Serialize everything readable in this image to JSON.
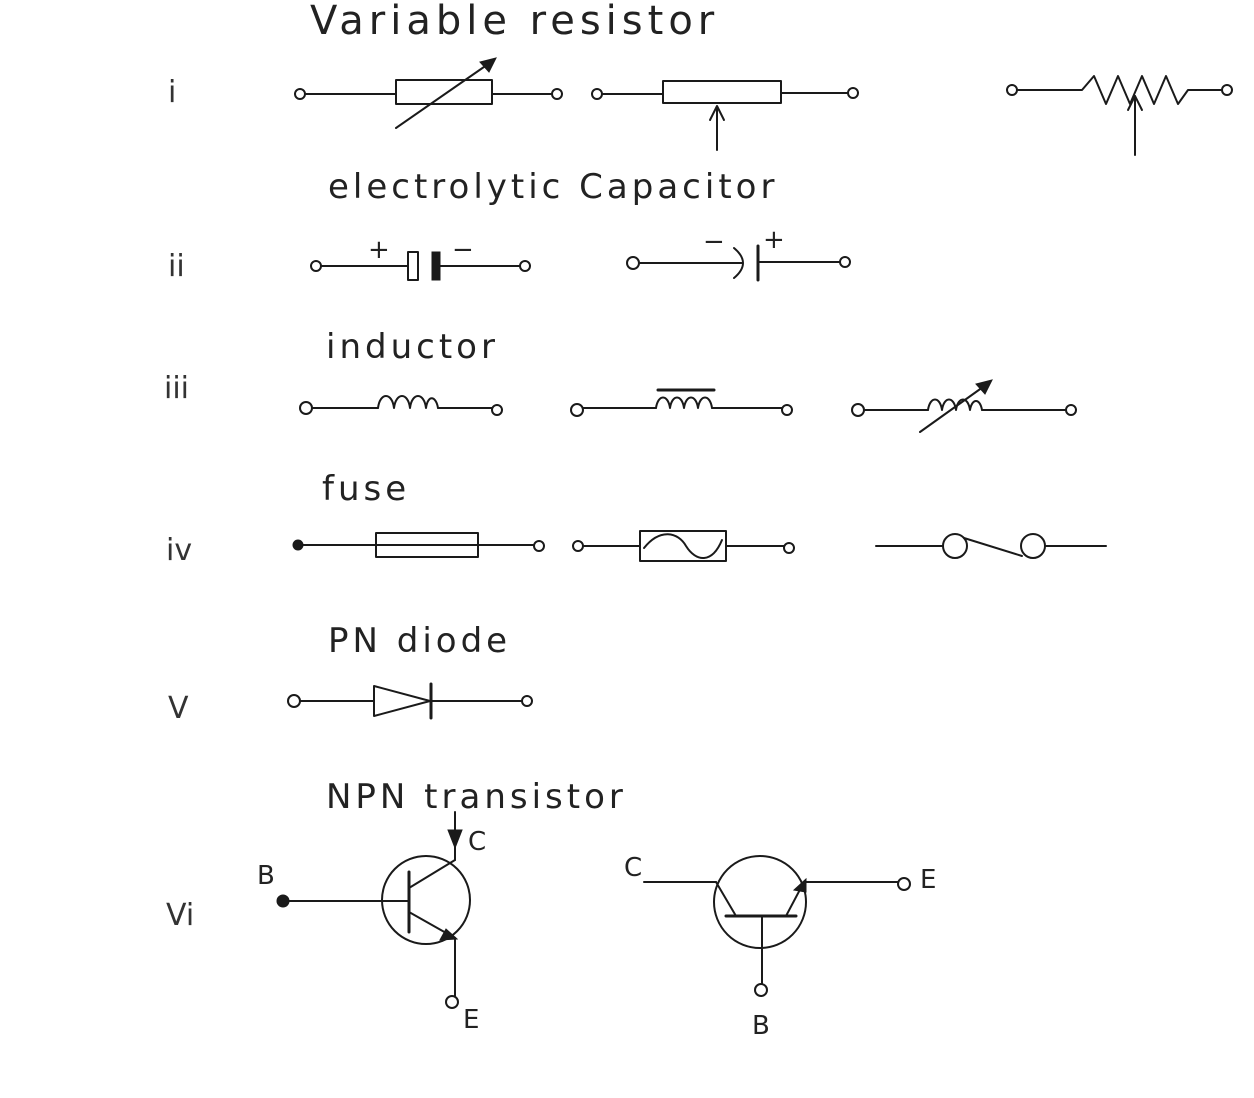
{
  "sections": [
    {
      "numeral": "i",
      "heading": "Variable resistor"
    },
    {
      "numeral": "ii",
      "heading": "electrolytic Capacitor",
      "plus_sign": "+",
      "minus_sign": "−"
    },
    {
      "numeral": "iii",
      "heading": "inductor"
    },
    {
      "numeral": "iv",
      "heading": "fuse"
    },
    {
      "numeral": "V",
      "heading": "PN diode"
    },
    {
      "numeral": "Vi",
      "heading": "NPN transistor",
      "pin_base": "B",
      "pin_collector": "C",
      "pin_emitter": "E"
    }
  ]
}
